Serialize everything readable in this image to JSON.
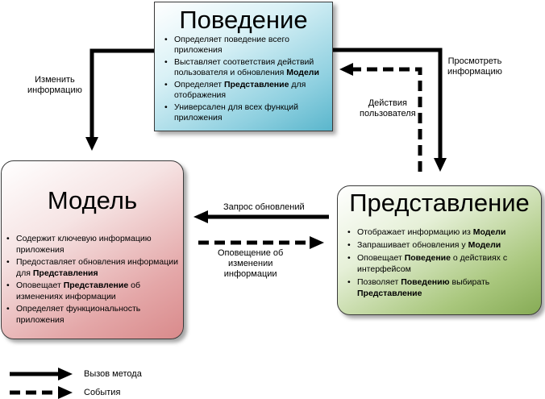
{
  "behavior": {
    "title": "Поведение",
    "items": [
      {
        "a": "Определяет поведение всего приложения"
      },
      {
        "a": "Выставляет соответствия действий пользователя и обновления ",
        "b": "Модели",
        "c": ""
      },
      {
        "a": "Определяет ",
        "b": "Представление",
        "c": " для отображения"
      },
      {
        "a": "Универсален для всех функций приложения"
      }
    ]
  },
  "model": {
    "title": "Модель",
    "items": [
      {
        "a": "Содержит ключевую информацию приложения"
      },
      {
        "a": "Предоставляет обновления информации для ",
        "b": "Представления",
        "c": ""
      },
      {
        "a": "Оповещает ",
        "b": "Представление",
        "c": " об изменениях информации"
      },
      {
        "a": "Определяет функциональность приложения"
      }
    ]
  },
  "view": {
    "title": "Представление",
    "items": [
      {
        "a": "Отображает информацию из ",
        "b": "Модели",
        "c": ""
      },
      {
        "a": "Запрашивает обновления у ",
        "b": "Модели",
        "c": ""
      },
      {
        "a": "Оповещает ",
        "b": "Поведение",
        "c": " о действиях с интерфейсом"
      },
      {
        "a": "Позволяет ",
        "b": "Поведению",
        "c": " выбирать ",
        "d": "Представление"
      }
    ]
  },
  "labels": {
    "change_info": [
      "Изменить",
      "информацию"
    ],
    "view_info": [
      "Просмотреть",
      "информацию"
    ],
    "user_actions": [
      "Действия",
      "пользователя"
    ],
    "update_request": "Запрос обновлений",
    "change_notice": [
      "Оповещение об",
      "изменении",
      "информации"
    ]
  },
  "legend": {
    "method_call": "Вызов метода",
    "events": "События"
  }
}
